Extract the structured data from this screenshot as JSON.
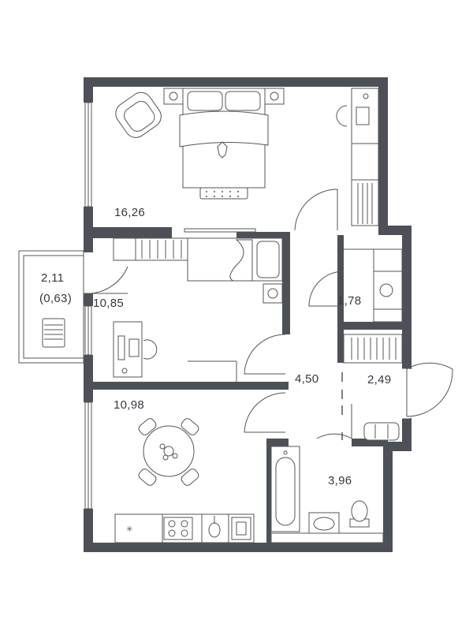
{
  "plan": {
    "colors": {
      "wall": "#4d5157",
      "line": "#555555",
      "text": "#333a40",
      "background": "#ffffff"
    },
    "rooms": [
      {
        "id": "bedroom-large",
        "area": "16,26"
      },
      {
        "id": "balcony",
        "area": "2,11",
        "sub_area": "(0,63)"
      },
      {
        "id": "bedroom-small",
        "area": "10,85"
      },
      {
        "id": "wardrobe-room",
        "area": "1,78"
      },
      {
        "id": "hallway",
        "area": "4,50"
      },
      {
        "id": "entrance",
        "area": "2,49"
      },
      {
        "id": "kitchen",
        "area": "10,98"
      },
      {
        "id": "bathroom",
        "area": "3,96"
      }
    ],
    "icons": [
      "armchair-icon",
      "double-bed-icon",
      "desk-chair-icon",
      "single-bed-icon",
      "dining-table-icon",
      "stove-icon",
      "sink-icon",
      "bathtub-icon",
      "toilet-icon",
      "washbasin-icon",
      "washing-machine-icon",
      "balcony-chair-icon"
    ]
  }
}
